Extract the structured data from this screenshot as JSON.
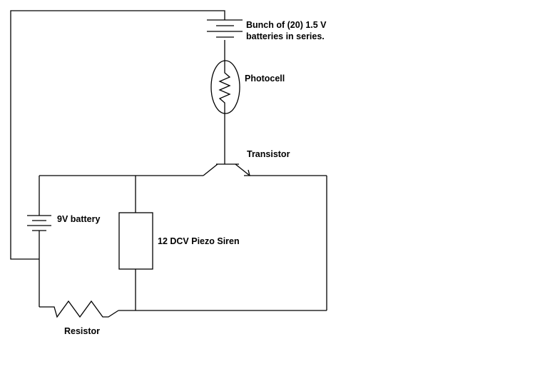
{
  "diagram": {
    "battery_bank_label_line1": "Bunch of (20) 1.5 V",
    "battery_bank_label_line2": "batteries in series.",
    "photocell_label": "Photocell",
    "transistor_label": "Transistor",
    "battery_9v_label": "9V battery",
    "siren_label": "12 DCV Piezo Siren",
    "resistor_label": "Resistor"
  }
}
